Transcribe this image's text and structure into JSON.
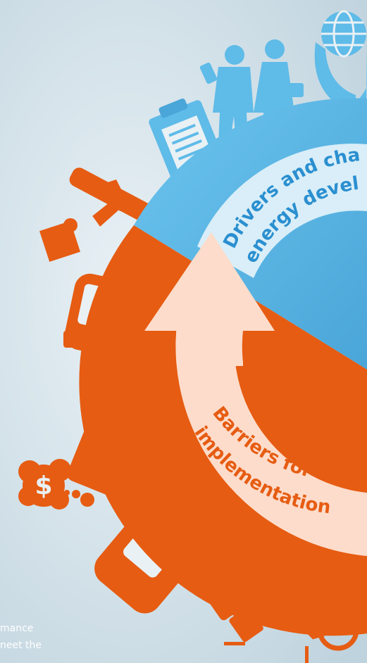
{
  "diagram": {
    "top_label": {
      "line1": "Drivers and cha",
      "line2": "energy devel"
    },
    "bottom_label": {
      "line1": "Barriers for",
      "line2": "implementation"
    },
    "caption": {
      "line1": "mance",
      "line2": "neet the"
    },
    "icons": {
      "top": [
        "clipboard-icon",
        "businessman-icon",
        "businesswoman-icon",
        "globe-in-hands-icon"
      ],
      "bottom": [
        "hammer-drill-icon",
        "electric-car-icon",
        "washing-machine-icon",
        "money-cloud-icon",
        "bus-icon",
        "truck-icon",
        "bicycle-icon"
      ]
    },
    "colors": {
      "background_light": "#e9f1f5",
      "background_dark": "#bfd3de",
      "top_half": "#5fbbe8",
      "top_half_shadow": "#4aa6d8",
      "top_ring": "#d9eef8",
      "bottom_half": "#e65c12",
      "bottom_ring": "#fddccb",
      "top_text": "#2a8fd0",
      "bottom_text": "#e65c12"
    }
  }
}
